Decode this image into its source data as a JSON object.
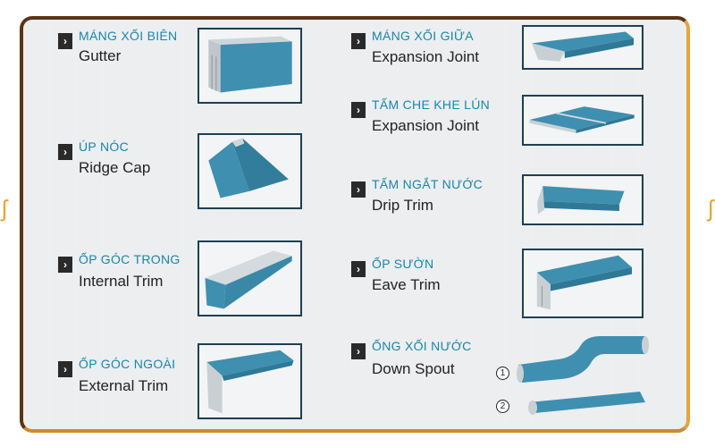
{
  "colors": {
    "label_vi": "#1a86a8",
    "label_en": "#222222",
    "frame_dark": "#5a3413",
    "frame_gold": "#e8a33c",
    "metal": "#3f8fb0"
  },
  "items": [
    {
      "vi": "MÁNG XỐI BIÊN",
      "en": "Gutter",
      "icon": "gutter-icon"
    },
    {
      "vi": "ÚP NÓC",
      "en": "Ridge Cap",
      "icon": "ridge-cap-icon"
    },
    {
      "vi": "ỐP GÓC TRONG",
      "en": "Internal Trim",
      "icon": "internal-trim-icon"
    },
    {
      "vi": "ỐP GÓC NGOÀI",
      "en": "External Trim",
      "icon": "external-trim-icon"
    },
    {
      "vi": "MÁNG XỐI GIỮA",
      "en": "Expansion Joint",
      "icon": "expansion-joint-gutter-icon"
    },
    {
      "vi": "TẤM CHE KHE LÚN",
      "en": "Expansion Joint",
      "icon": "expansion-joint-cover-icon"
    },
    {
      "vi": "TẤM NGẮT NƯỚC",
      "en": "Drip Trim",
      "icon": "drip-trim-icon"
    },
    {
      "vi": "ỐP SƯỜN",
      "en": "Eave Trim",
      "icon": "eave-trim-icon"
    },
    {
      "vi": "ỐNG XỐI NƯỚC",
      "en": "Down Spout",
      "icon": "down-spout-icon"
    }
  ],
  "spout_numbers": [
    "1",
    "2"
  ]
}
